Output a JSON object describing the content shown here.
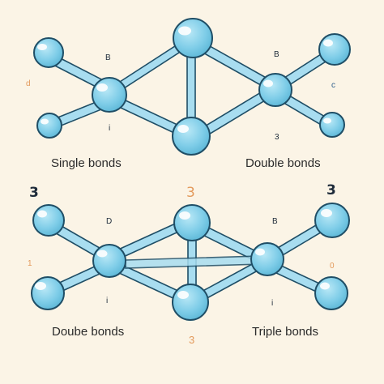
{
  "diagram": {
    "top": {
      "label_left": "Single bonds",
      "label_right": "Double bonds",
      "mark_left_b": "B",
      "mark_left_d": "d",
      "mark_left_i": "i",
      "mark_right_b": "B",
      "mark_right_c": "c",
      "mark_right_3": "3"
    },
    "middle": {
      "num_left": "3",
      "num_center": "3",
      "num_right": "3"
    },
    "bottom": {
      "label_left": "Doube bonds",
      "label_right": "Triple bonds",
      "label_center_3": "3",
      "mark_left_d": "D",
      "mark_left_1": "1",
      "mark_left_i": "i",
      "mark_right_b": "B",
      "mark_right_0": "0",
      "mark_right_i": "i"
    }
  },
  "colors": {
    "atom_fill": "#7FCDE8",
    "atom_stroke": "#1F4E66",
    "bond_fill": "#A8DDF0",
    "background": "#FBF4E6"
  }
}
